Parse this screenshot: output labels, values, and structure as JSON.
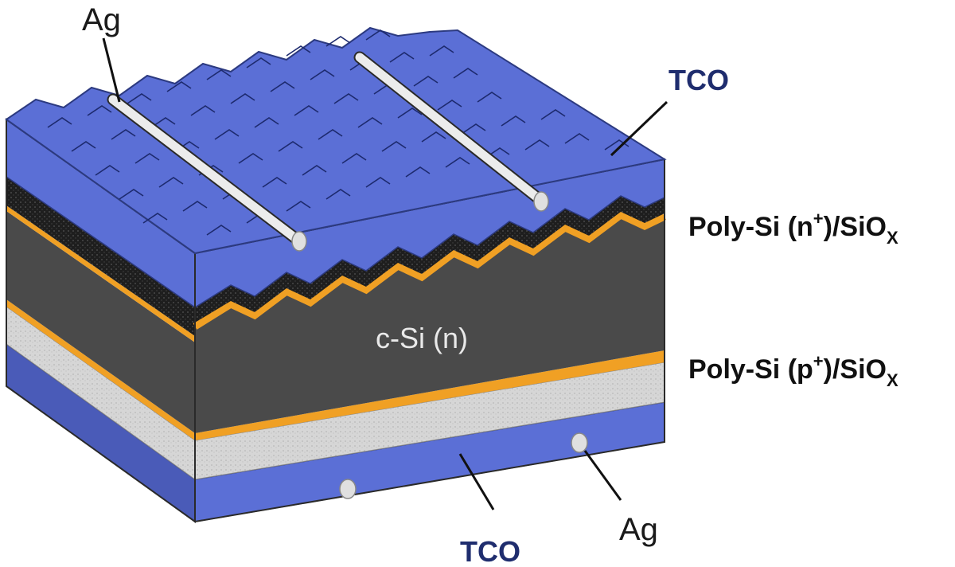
{
  "labels": {
    "ag_top": "Ag",
    "tco_top": "TCO",
    "poly_n_main": "Poly-Si (n",
    "poly_n_sup": "+",
    "poly_n_tail": ")/SiO",
    "poly_n_sub": "X",
    "csi": "c-Si (n)",
    "poly_p_main": "Poly-Si (p",
    "poly_p_sup": "+",
    "poly_p_tail": ")/SiO",
    "poly_p_sub": "X",
    "tco_bottom": "TCO",
    "ag_bottom": "Ag"
  },
  "colors": {
    "tco": "#5b6fd6",
    "tco_dark": "#4a5bb8",
    "csi": "#4a4a4a",
    "poly_n": "#1e1e1e",
    "sio_orange": "#f0a024",
    "poly_p": "#d9d9d9",
    "ag": "#e8e8e8",
    "tco_text": "#1f2d6e"
  }
}
